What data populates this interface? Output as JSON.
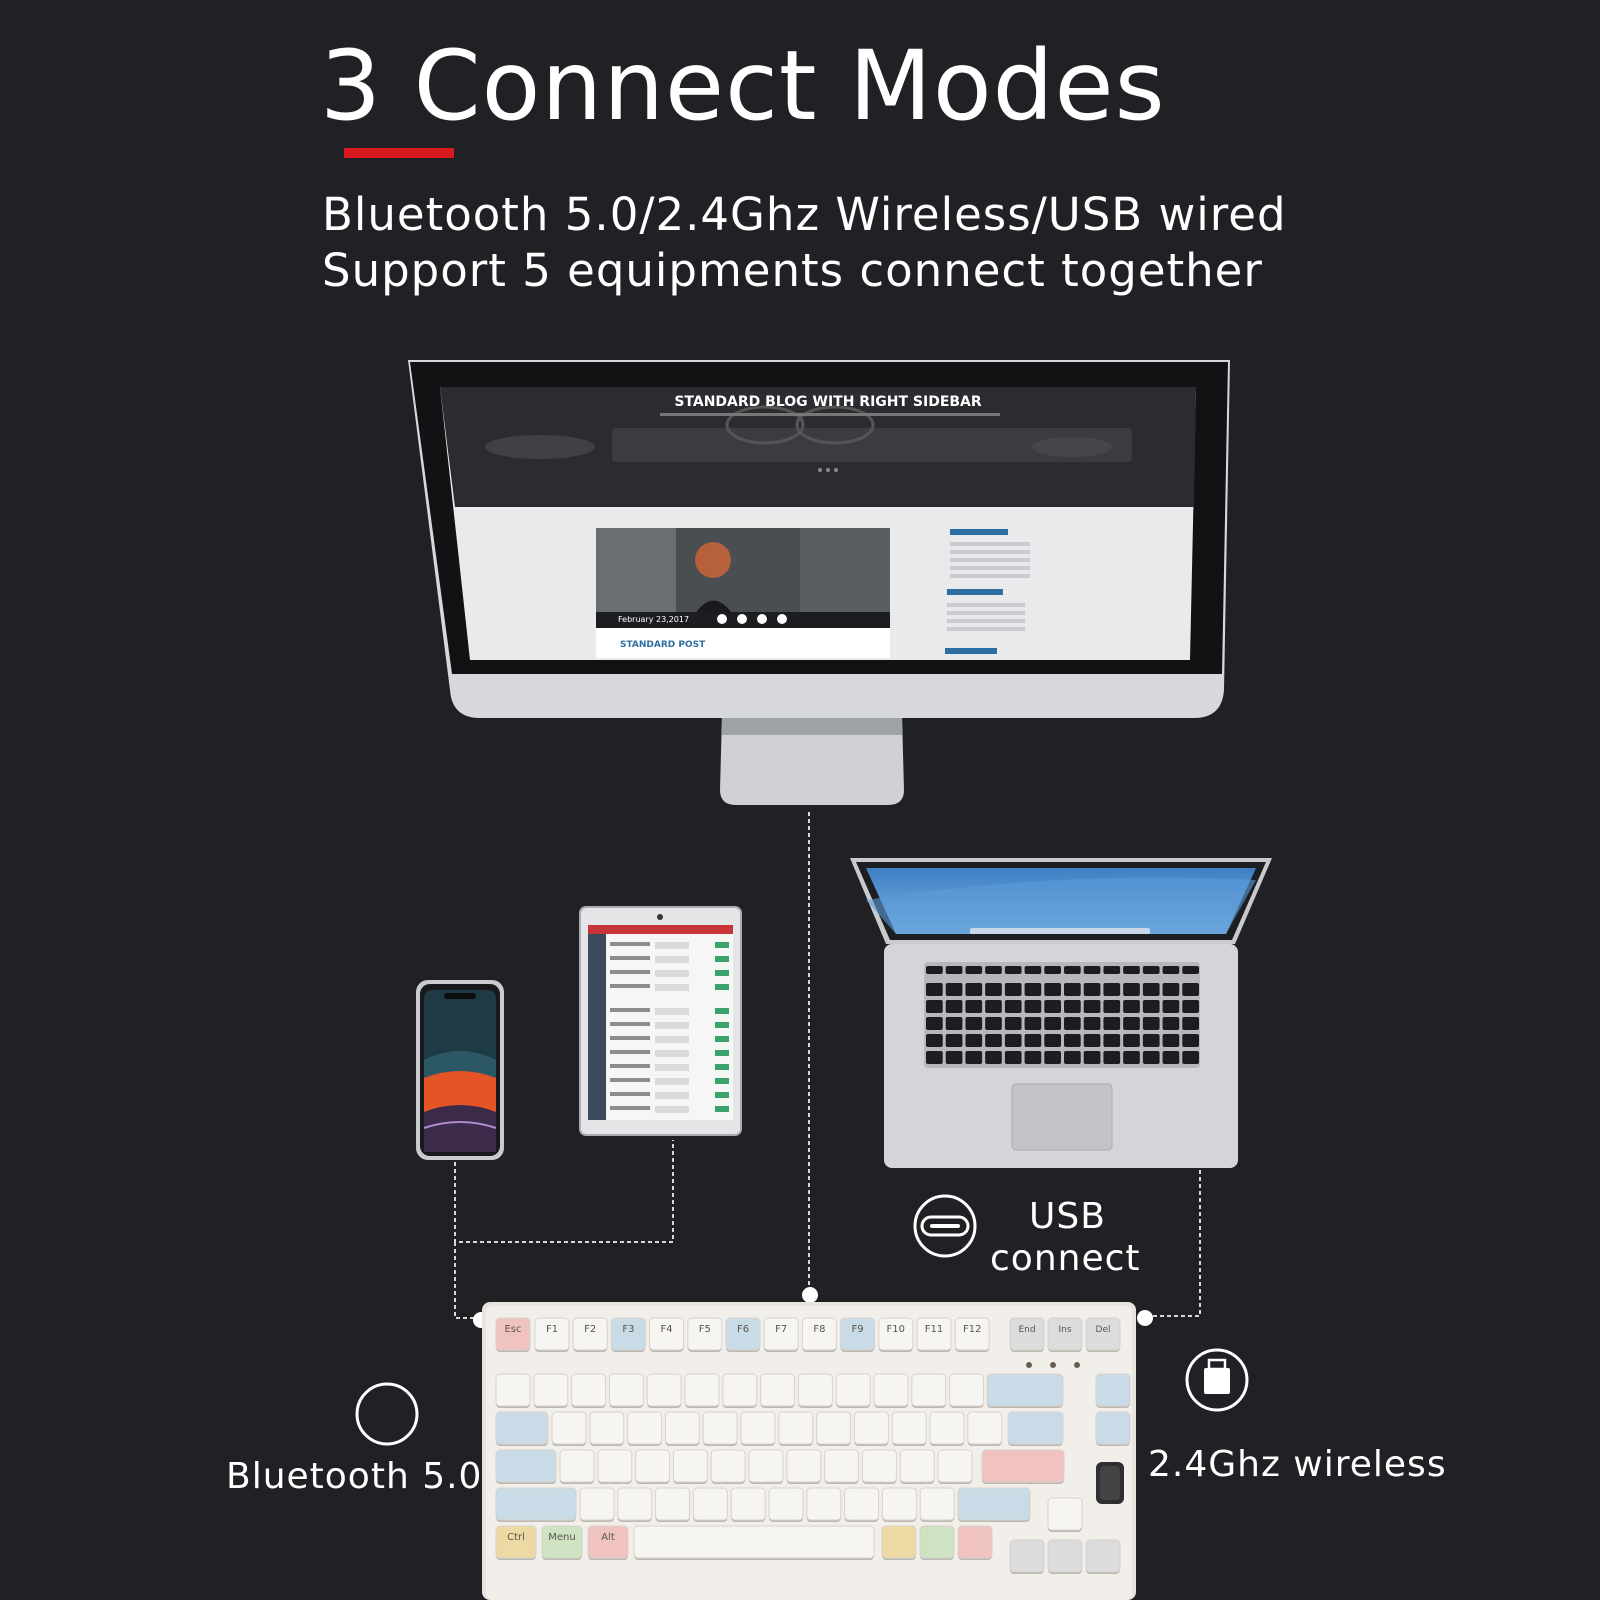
{
  "heading": {
    "title": "3 Connect Modes",
    "accent_color": "#d8191f",
    "subtitle_line1": "Bluetooth 5.0/2.4Ghz Wireless/USB wired",
    "subtitle_line2": "Support 5 equipments connect together"
  },
  "monitor_screen": {
    "hero_title": "STANDARD BLOG WITH RIGHT SIDEBAR",
    "post_date": "February 23,2017",
    "post_title": "STANDARD POST"
  },
  "modes": {
    "usb_line1": "USB",
    "usb_line2": "connect",
    "bluetooth": "Bluetooth 5.0",
    "wireless": "2.4Ghz wireless"
  },
  "keyboard": {
    "esc": "Esc",
    "f_keys": [
      "F1",
      "F2",
      "F3",
      "F4",
      "F5",
      "F6",
      "F7",
      "F8",
      "F9",
      "F10",
      "F11",
      "F12"
    ],
    "right_keys": [
      "End",
      "Ins",
      "Del"
    ],
    "mods": [
      "Ctrl",
      "Menu",
      "Alt"
    ]
  }
}
